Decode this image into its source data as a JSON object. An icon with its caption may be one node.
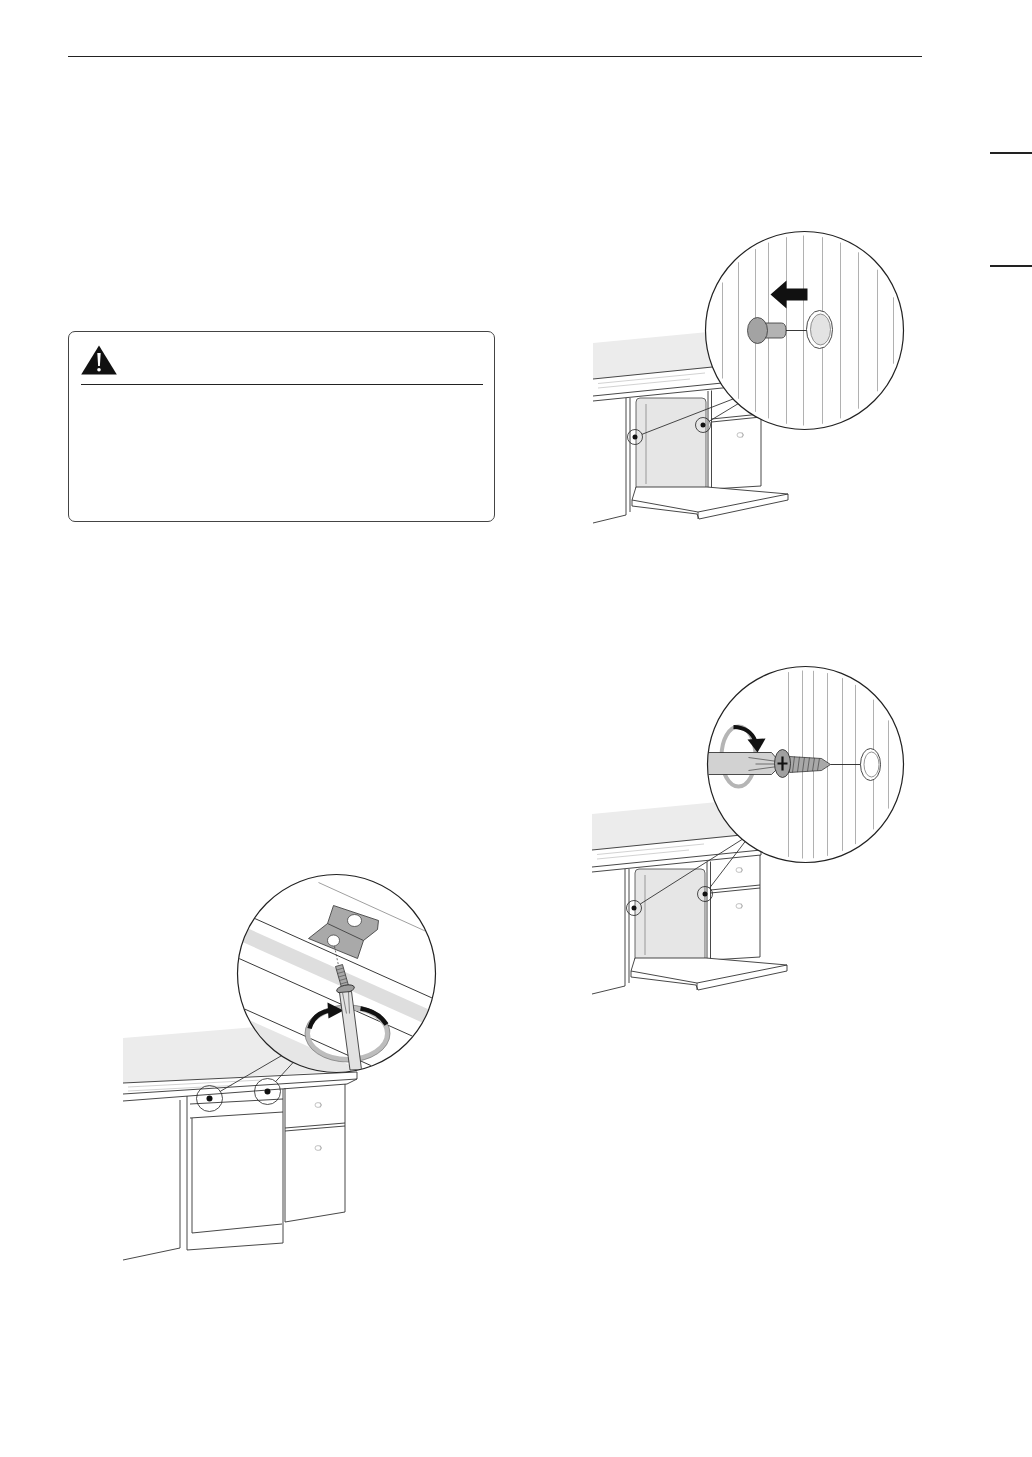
{
  "diagram": {
    "nodes": [
      {
        "text": [],
        "shape": "circle"
      },
      {
        "text": [],
        "shape": "circle"
      },
      {
        "text": [],
        "shape": "circle"
      },
      {
        "text": [],
        "shape": "circle"
      },
      {
        "text": [],
        "shape": "circle"
      },
      {
        "text": [],
        "shape": "circle"
      },
      {
        "text": [],
        "shape": "circle"
      },
      {
        "text": [],
        "shape": "circle"
      },
      {
        "text": [],
        "shape": "circle"
      }
    ],
    "edges": [
      {
        "from": 1,
        "to": 0,
        "arrow": "none"
      },
      {
        "from": 2,
        "to": 0,
        "arrow": "none"
      },
      {
        "from": 4,
        "to": 3,
        "arrow": "none"
      },
      {
        "from": 5,
        "to": 3,
        "arrow": "none"
      },
      {
        "from": 7,
        "to": 6,
        "arrow": "none"
      },
      {
        "from": 8,
        "to": 6,
        "arrow": "none"
      }
    ]
  }
}
